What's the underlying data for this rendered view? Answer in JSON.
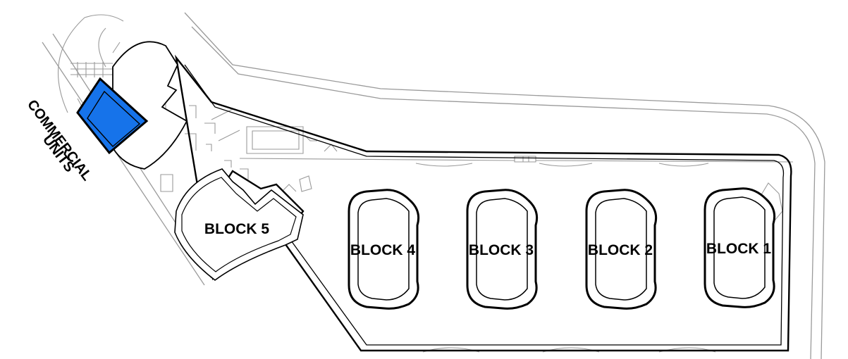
{
  "labels": {
    "commercial_line1": "COMMERCIAL",
    "commercial_line2": "UNITS",
    "block5": "BLOCK 5",
    "block4": "BLOCK 4",
    "block3": "BLOCK 3",
    "block2": "BLOCK 2",
    "block1": "BLOCK 1"
  },
  "colors": {
    "commercial_highlight": "#1673ea",
    "outline": "#000000",
    "light_line": "#9a9a9a"
  }
}
